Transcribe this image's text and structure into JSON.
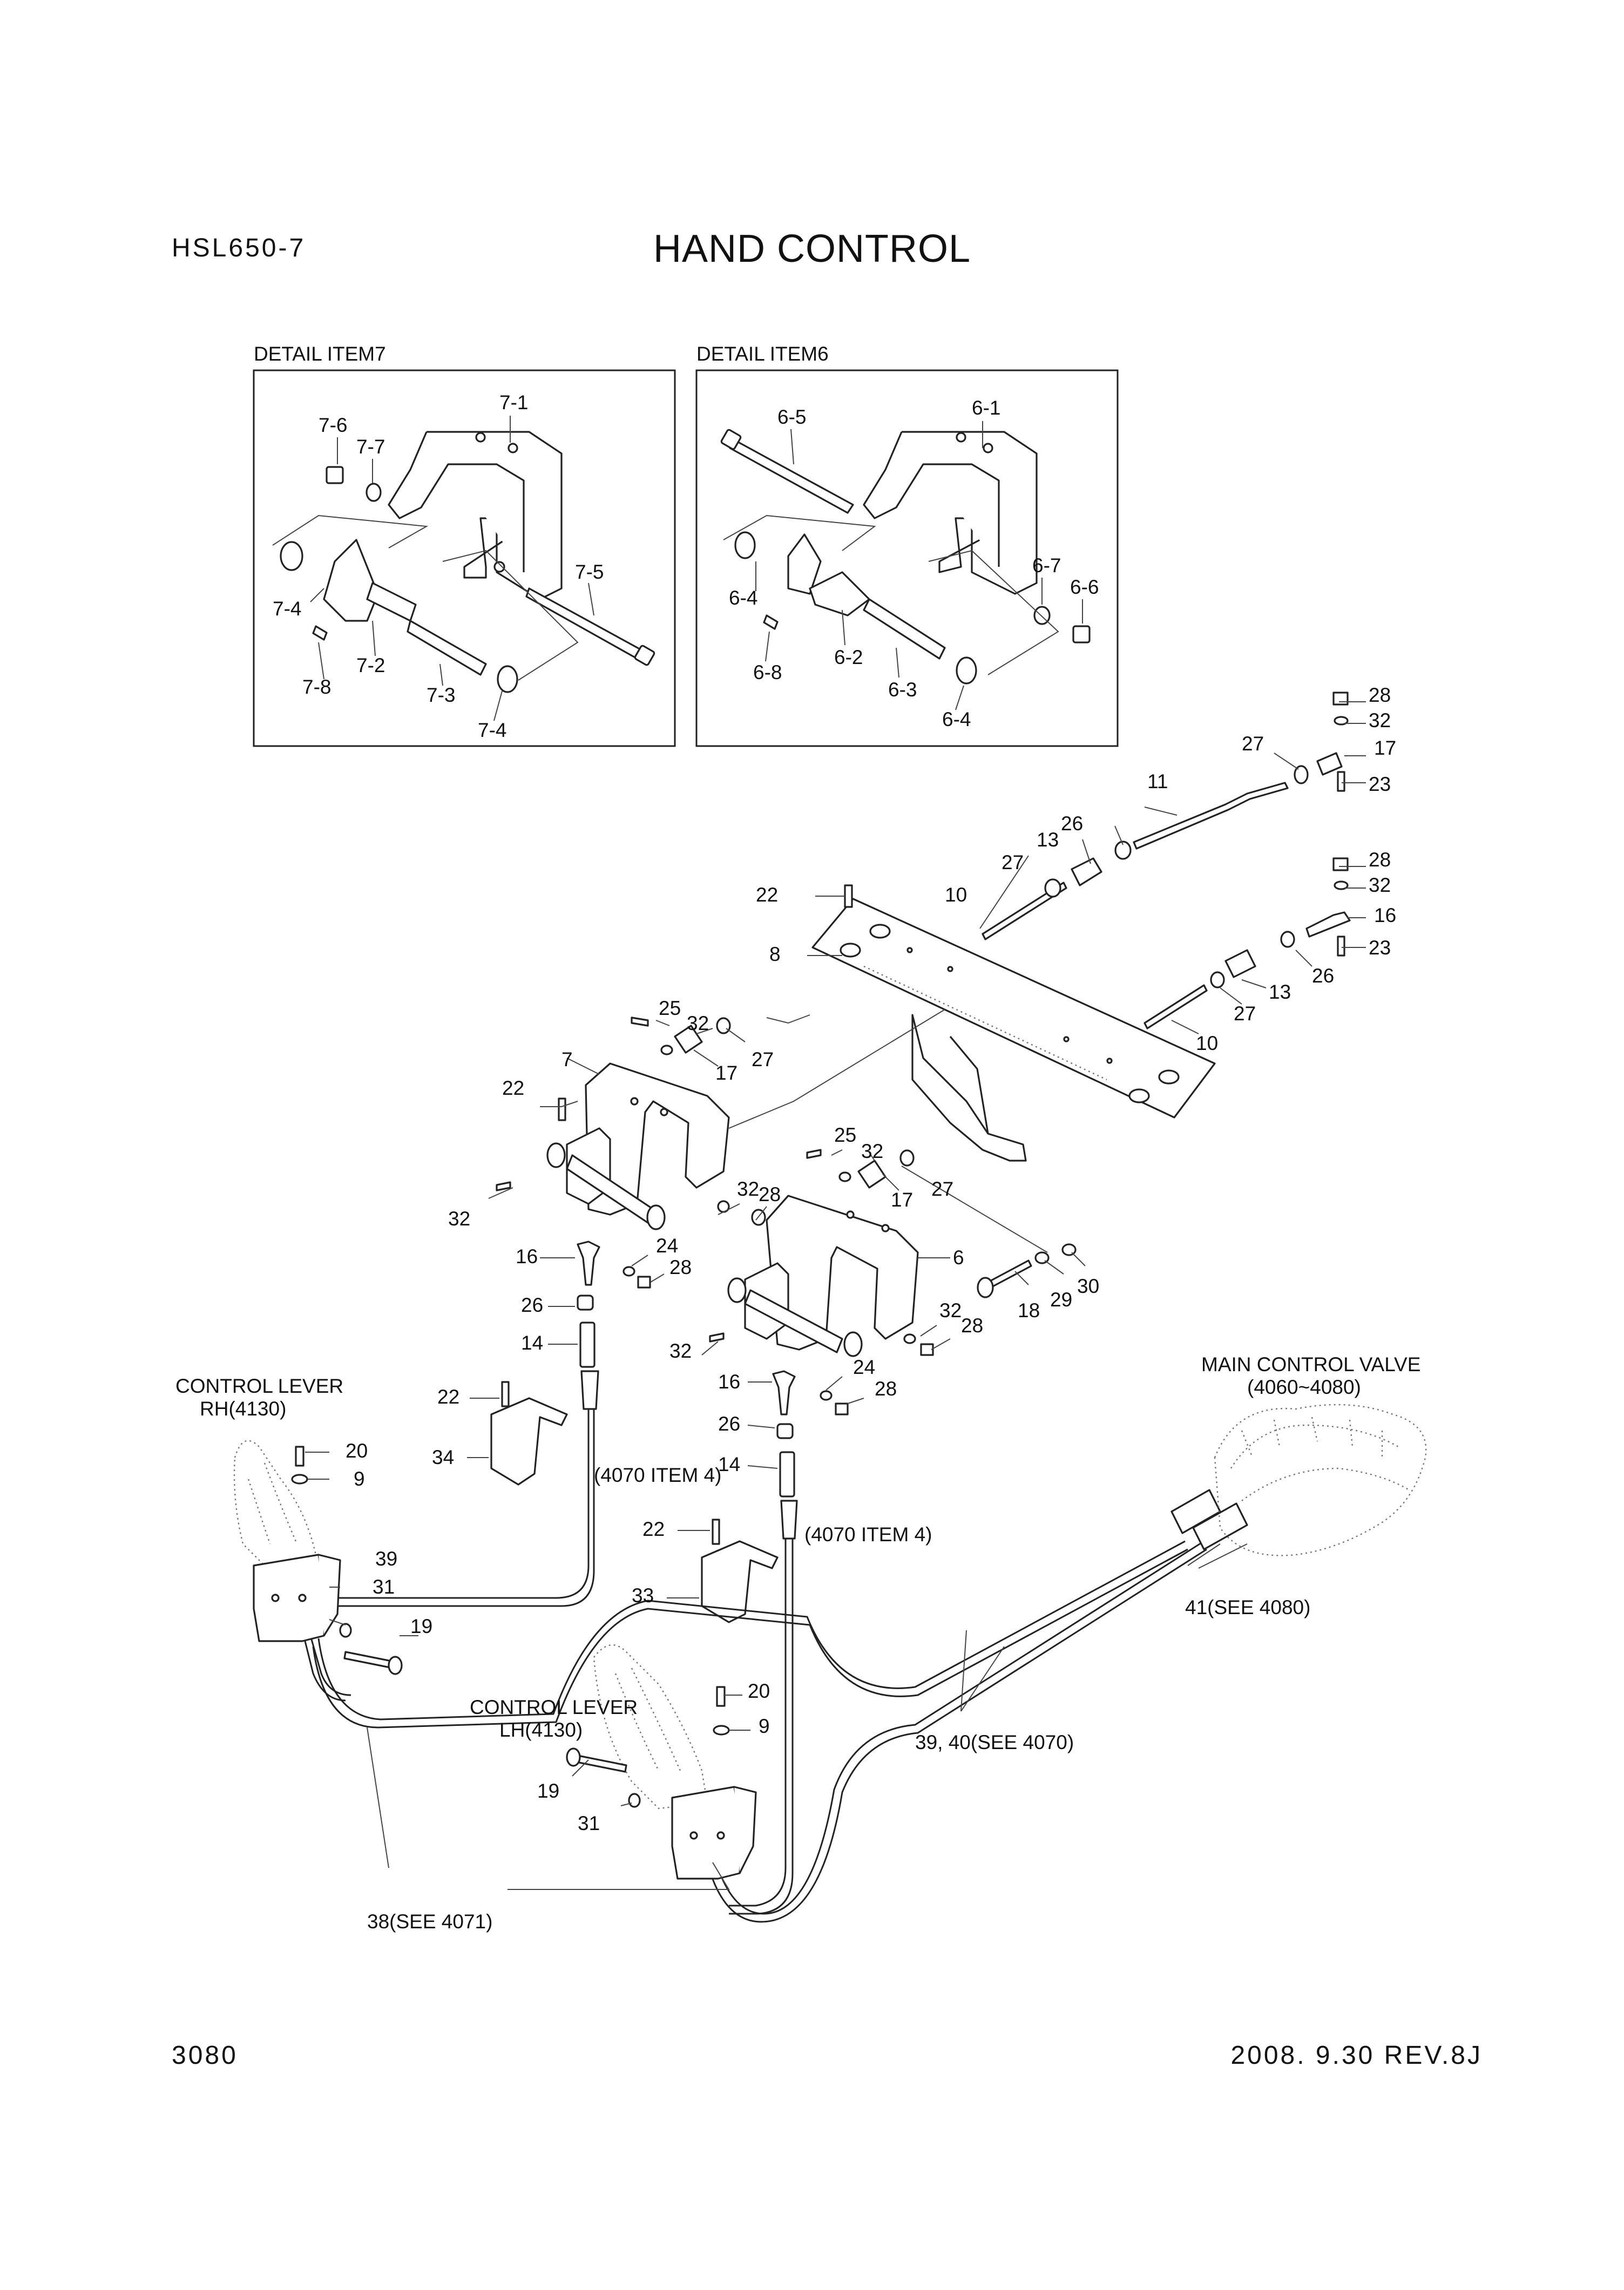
{
  "header": {
    "model": "HSL650-7",
    "title": "HAND CONTROL"
  },
  "footer": {
    "page_number": "3080",
    "revision": "2008. 9.30  REV.8J"
  },
  "detail_boxes": {
    "item7": {
      "title": "DETAIL ITEM7",
      "labels": [
        "7-1",
        "7-6",
        "7-7",
        "7-5",
        "7-4",
        "7-8",
        "7-2",
        "7-3",
        "7-4"
      ]
    },
    "item6": {
      "title": "DETAIL ITEM6",
      "labels": [
        "6-5",
        "6-1",
        "6-7",
        "6-6",
        "6-4",
        "6-2",
        "6-8",
        "6-3",
        "6-4"
      ]
    }
  },
  "callouts": {
    "c28a": "28",
    "c32a": "32",
    "c17a": "17",
    "c23a": "23",
    "c27a": "27",
    "c11": "11",
    "c26a": "26",
    "c13a": "13",
    "c27b": "27",
    "c10a": "10",
    "c22a": "22",
    "c8": "8",
    "c28b": "28",
    "c32b": "32",
    "c16a": "16",
    "c23b": "23",
    "c26b": "26",
    "c13b": "13",
    "c27c": "27",
    "c10b": "10",
    "c25a": "25",
    "c32c": "32",
    "c27d": "27",
    "c17b": "17",
    "c7": "7",
    "c22b": "22",
    "c32d": "32",
    "c25b": "25",
    "c32e": "32",
    "c17c": "17",
    "c27e": "27",
    "c32f": "32",
    "c28c": "28",
    "c16b": "16",
    "c24a": "24",
    "c28d": "28",
    "c26c": "26",
    "c14a": "14",
    "c6": "6",
    "c30": "30",
    "c29": "29",
    "c18": "18",
    "c32g": "32",
    "c28e": "28",
    "c32h": "32",
    "c16c": "16",
    "c24b": "24",
    "c28f": "28",
    "c26d": "26",
    "c14b": "14",
    "c22c": "22",
    "c34": "34",
    "c22d": "22",
    "c33": "33",
    "c20a": "20",
    "c9a": "9",
    "c39": "39",
    "c31a": "31",
    "c19a": "19",
    "c20b": "20",
    "c9b": "9",
    "c19b": "19",
    "c31b": "31"
  },
  "notes": {
    "control_lever_rh": [
      "CONTROL LEVER",
      "RH(4130)"
    ],
    "control_lever_lh": [
      "CONTROL LEVER",
      "LH(4130)"
    ],
    "main_control_valve": [
      "MAIN CONTROL VALVE",
      "(4060~4080)"
    ],
    "ref_4070_a": "(4070 ITEM 4)",
    "ref_4070_b": "(4070 ITEM 4)",
    "ref_41": "41(SEE 4080)",
    "ref_39_40": "39, 40(SEE 4070)",
    "ref_38": "38(SEE 4071)"
  }
}
